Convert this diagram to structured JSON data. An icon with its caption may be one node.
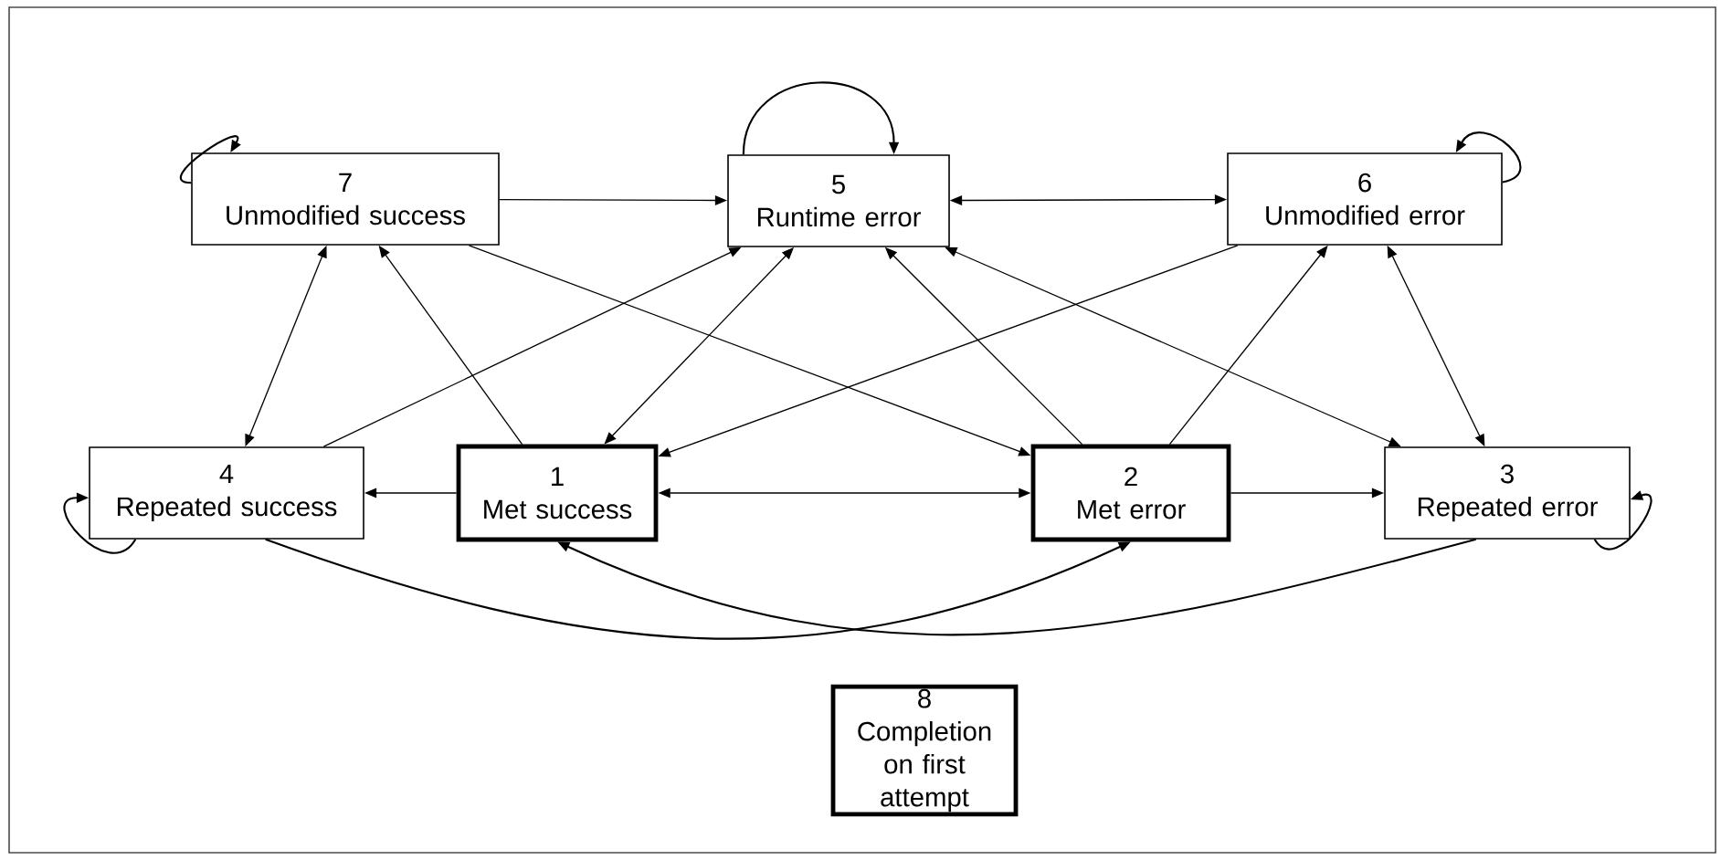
{
  "diagram": {
    "nodes": [
      {
        "text": [
          "7",
          "Unmodified success"
        ]
      },
      {
        "text": [
          "5",
          "Runtime error"
        ]
      },
      {
        "text": [
          "6",
          "Unmodified error"
        ]
      },
      {
        "text": [
          "4",
          "Repeated success"
        ]
      },
      {
        "text": [
          "1",
          "Met success"
        ]
      },
      {
        "text": [
          "2",
          "Met error"
        ]
      },
      {
        "text": [
          "3",
          "Repeated error"
        ]
      },
      {
        "text": [
          "8",
          "Completion on first attempt"
        ]
      }
    ],
    "edges": [
      {
        "from": 0,
        "to": 0,
        "arrow": "to"
      },
      {
        "from": 1,
        "to": 1,
        "arrow": "to"
      },
      {
        "from": 2,
        "to": 2,
        "arrow": "to"
      },
      {
        "from": 3,
        "to": 3,
        "arrow": "to"
      },
      {
        "from": 6,
        "to": 6,
        "arrow": "to"
      },
      {
        "from": 0,
        "to": 1,
        "arrow": "to"
      },
      {
        "from": 1,
        "to": 2,
        "arrow": "both"
      },
      {
        "from": 0,
        "to": 3,
        "arrow": "both"
      },
      {
        "from": 4,
        "to": 0,
        "arrow": "to"
      },
      {
        "from": 4,
        "to": 1,
        "arrow": "both"
      },
      {
        "from": 3,
        "to": 1,
        "arrow": "to"
      },
      {
        "from": 2,
        "to": 4,
        "arrow": "to"
      },
      {
        "from": 0,
        "to": 5,
        "arrow": "to"
      },
      {
        "from": 5,
        "to": 1,
        "arrow": "to"
      },
      {
        "from": 5,
        "to": 2,
        "arrow": "to"
      },
      {
        "from": 1,
        "to": 6,
        "arrow": "both"
      },
      {
        "from": 2,
        "to": 6,
        "arrow": "both"
      },
      {
        "from": 4,
        "to": 3,
        "arrow": "to"
      },
      {
        "from": 4,
        "to": 5,
        "arrow": "both"
      },
      {
        "from": 5,
        "to": 6,
        "arrow": "to"
      },
      {
        "from": 3,
        "to": 5,
        "arrow": "to"
      },
      {
        "from": 6,
        "to": 4,
        "arrow": "to"
      }
    ]
  }
}
